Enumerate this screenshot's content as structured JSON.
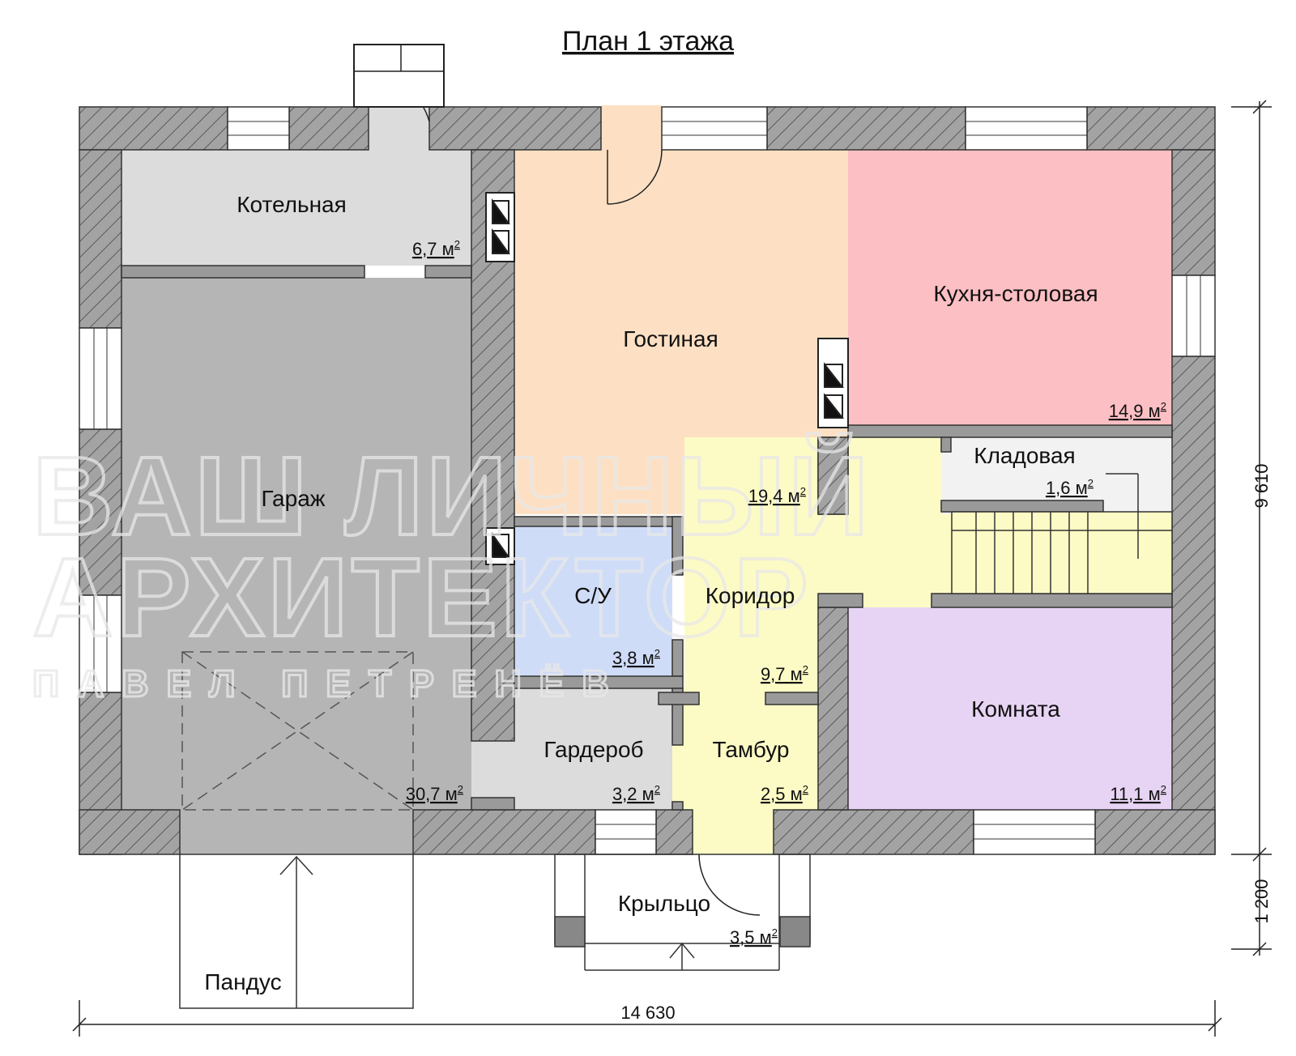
{
  "title": "План 1 этажа",
  "colors": {
    "wall": "#9a9a9a",
    "garage": "#b5b5b5",
    "boiler": "#dcdcdc",
    "living": "#fde0c4",
    "kitchen": "#fcbfc3",
    "corridor": "#fdfbc5",
    "bathroom": "#cfdcf8",
    "wardrobe": "#dcdcdc",
    "vestibule": "#fdfbc5",
    "room": "#e7d3f3",
    "storage": "#f2f2f2"
  },
  "rooms": {
    "boiler": {
      "name": "Котельная",
      "area": "6,7 м"
    },
    "garage": {
      "name": "Гараж",
      "area": "30,7 м"
    },
    "living": {
      "name": "Гостиная",
      "area": "19,4 м"
    },
    "kitchen": {
      "name": "Кухня-столовая",
      "area": "14,9 м"
    },
    "storage": {
      "name": "Кладовая",
      "area": "1,6 м"
    },
    "bathroom": {
      "name": "С/У",
      "area": "3,8 м"
    },
    "corridor": {
      "name": "Коридор",
      "area": "9,7 м"
    },
    "wardrobe": {
      "name": "Гардероб",
      "area": "3,2 м"
    },
    "vestibule": {
      "name": "Тамбур",
      "area": "2,5 м"
    },
    "room": {
      "name": "Комната",
      "area": "11,1 м"
    },
    "porch": {
      "name": "Крыльцо",
      "area": "3,5 м"
    },
    "ramp": {
      "name": "Пандус"
    }
  },
  "area_unit_sup": "2",
  "dimensions": {
    "width": "14 630",
    "height": "9 610",
    "porch_depth": "1 200"
  },
  "watermark": {
    "line1": "ВАШ ЛИЧНЫЙ",
    "line2": "АРХИТЕКТОР",
    "line3": "ПАВЕЛ ПЕТРЕНЁВ"
  }
}
